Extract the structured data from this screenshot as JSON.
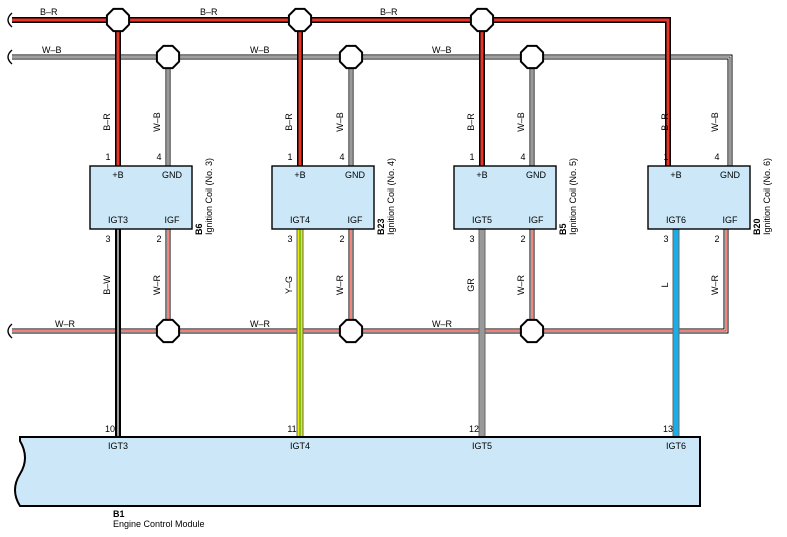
{
  "bus_wires": [
    {
      "id": "br-bus",
      "code": "B–R"
    },
    {
      "id": "wb-bus",
      "code": "W–B"
    },
    {
      "id": "wr-bus",
      "code": "W–R"
    }
  ],
  "coils": [
    {
      "id": "3",
      "connector": "B6",
      "title": "Ignition Coil (No. 3)",
      "pin_b": "+B",
      "pin_gnd": "GND",
      "pin_igt": "IGT3",
      "pin_igf": "IGF",
      "n_b": "1",
      "n_gnd": "4",
      "n_igt": "3",
      "n_igf": "2",
      "w_b": "B–R",
      "w_gnd": "W–B",
      "w_igt": "B–W",
      "w_igf": "W–R",
      "igt_color": "#000000"
    },
    {
      "id": "4",
      "connector": "B23",
      "title": "Ignition Coil (No. 4)",
      "pin_b": "+B",
      "pin_gnd": "GND",
      "pin_igt": "IGT4",
      "pin_igf": "IGF",
      "n_b": "1",
      "n_gnd": "4",
      "n_igt": "3",
      "n_igf": "2",
      "w_b": "B–R",
      "w_gnd": "W–B",
      "w_igt": "Y–G",
      "w_igf": "W–R",
      "igt_color": "#e8e800"
    },
    {
      "id": "5",
      "connector": "B5",
      "title": "Ignition Coil (No. 5)",
      "pin_b": "+B",
      "pin_gnd": "GND",
      "pin_igt": "IGT5",
      "pin_igf": "IGF",
      "n_b": "1",
      "n_gnd": "4",
      "n_igt": "3",
      "n_igf": "2",
      "w_b": "B–R",
      "w_gnd": "W–B",
      "w_igt": "GR",
      "w_igf": "W–R",
      "igt_color": "#999999"
    },
    {
      "id": "6",
      "connector": "B20",
      "title": "Ignition Coil (No. 6)",
      "pin_b": "+B",
      "pin_gnd": "GND",
      "pin_igt": "IGT6",
      "pin_igf": "IGF",
      "n_b": "1",
      "n_gnd": "4",
      "n_igt": "3",
      "n_igf": "2",
      "w_b": "B–R",
      "w_gnd": "W–B",
      "w_igt": "L",
      "w_igf": "W–R",
      "igt_color": "#1aaee8"
    }
  ],
  "ecm": {
    "connector": "B1",
    "title": "Engine Control Module",
    "pins": [
      {
        "num": "10",
        "name": "IGT3"
      },
      {
        "num": "11",
        "name": "IGT4"
      },
      {
        "num": "12",
        "name": "IGT5"
      },
      {
        "num": "13",
        "name": "IGT6"
      }
    ]
  },
  "colors": {
    "component_fill": "#cce8f8",
    "wire_red": "#e8352a",
    "wire_black": "#000000",
    "wire_white": "#ffffff"
  }
}
